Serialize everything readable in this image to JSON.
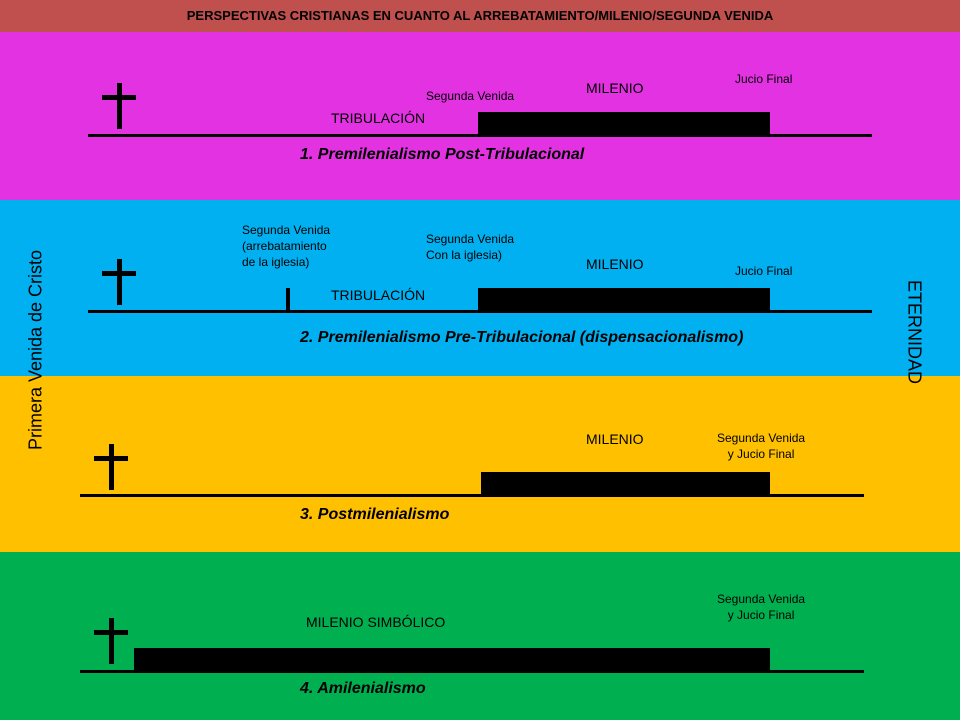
{
  "colors": {
    "header": "#c0504d",
    "band1": "#e232e2",
    "band2": "#00b0f0",
    "band3": "#ffc000",
    "band4": "#00b050",
    "ink": "#000000"
  },
  "header": {
    "title": "PERSPECTIVAS CRISTIANAS EN CUANTO AL ARREBATAMIENTO/MILENIO/SEGUNDA VENIDA"
  },
  "side_labels": {
    "left": "Primera Venida de Cristo",
    "right": "ETERNIDAD"
  },
  "sections": [
    {
      "title": "1. Premilenialismo  Post-Tribulacional",
      "tribulacion": "TRIBULACIÓN",
      "segunda_venida": "Segunda Venida",
      "milenio": "MILENIO",
      "juicio_final": "Jucio Final"
    },
    {
      "title": "2. Premilenialismo  Pre-Tribulacional  (dispensacionalismo)",
      "rapture": [
        "Segunda Venida",
        "(arrebatamiento",
        "de la iglesia)"
      ],
      "segunda_venida": [
        "Segunda Venida",
        "Con la iglesia)"
      ],
      "tribulacion": "TRIBULACIÓN",
      "milenio": "MILENIO",
      "juicio_final": "Jucio Final"
    },
    {
      "title": "3. Postmilenialismo",
      "milenio": "MILENIO",
      "segunda_venida_juicio": [
        "Segunda Venida",
        "y  Jucio Final"
      ]
    },
    {
      "title": "4. Amilenialismo",
      "milenio": "MILENIO SIMBÓLICO",
      "segunda_venida_juicio": [
        "Segunda Venida",
        "y Jucio Final"
      ]
    }
  ]
}
